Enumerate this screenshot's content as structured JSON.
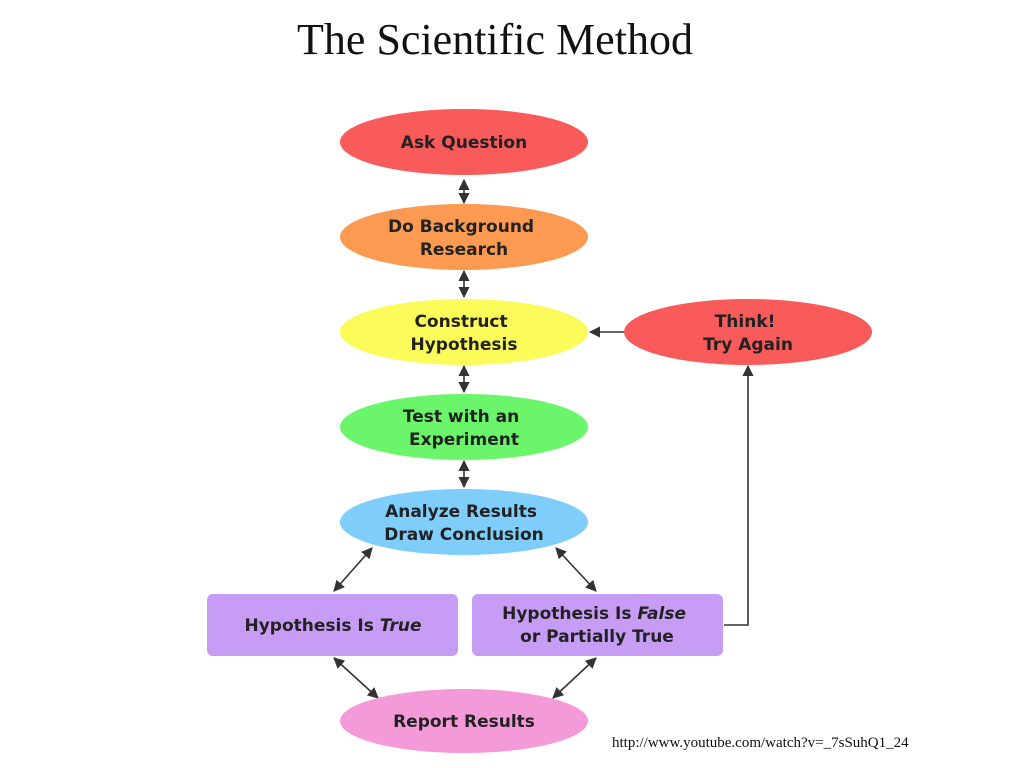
{
  "title": "The Scientific Method",
  "nodes": {
    "ask_question": {
      "lines": [
        "Ask Question"
      ],
      "color": "#f95a5a"
    },
    "background_research": {
      "lines": [
        "Do Background",
        "Research"
      ],
      "color": "#fb9a50"
    },
    "construct_hypothesis": {
      "lines": [
        "Construct",
        "Hypothesis"
      ],
      "color": "#fbfb5a"
    },
    "think_try_again": {
      "lines": [
        "Think!",
        "Try Again"
      ],
      "color": "#f95a5a"
    },
    "test_experiment": {
      "lines": [
        "Test with an",
        "Experiment"
      ],
      "color": "#6af56a"
    },
    "analyze_results": {
      "lines": [
        "Analyze Results",
        "Draw Conclusion"
      ],
      "color": "#7fcdfb"
    },
    "hypothesis_true": {
      "text": "Hypothesis Is ",
      "emphasis": "True",
      "color": "#c79cf5"
    },
    "hypothesis_false": {
      "text": "Hypothesis Is ",
      "emphasis": "False",
      "line2": "or Partially True",
      "color": "#c79cf5"
    },
    "report_results": {
      "lines": [
        "Report Results"
      ],
      "color": "#f59ad9"
    }
  },
  "source_url": "http://www.youtube.com/watch?v=_7sSuhQ1_24"
}
